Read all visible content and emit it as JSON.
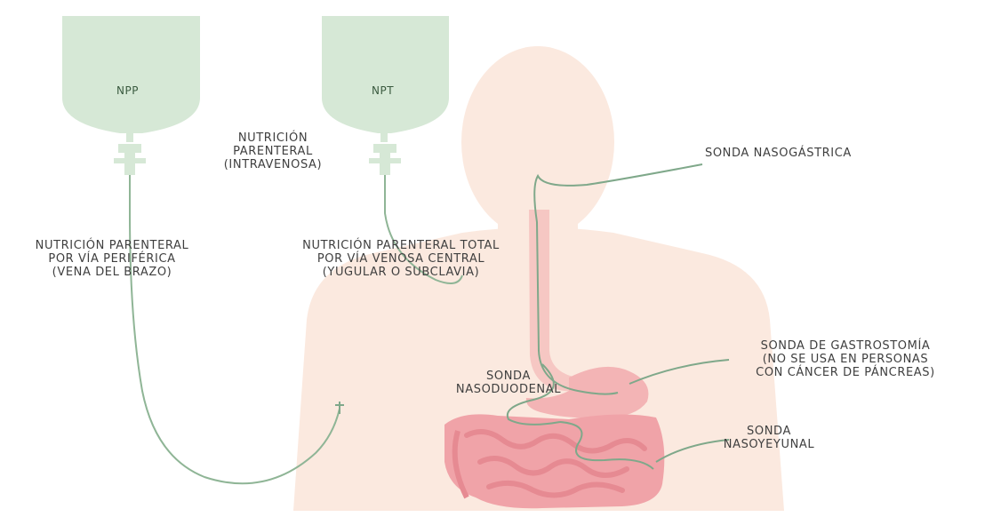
{
  "bags": {
    "left": "NPP",
    "right": "NPT"
  },
  "labels": {
    "parenteral_iv": [
      "NUTRICIÓN",
      "PARENTERAL",
      "(INTRAVENOSA)"
    ],
    "peripheral": [
      "NUTRICIÓN PARENTERAL",
      "POR VÍA PERIFÉRICA",
      "(VENA DEL BRAZO)"
    ],
    "central": [
      "NUTRICIÓN PARENTERAL TOTAL",
      "POR VÍA VENOSA CENTRAL",
      "(YUGULAR O SUBCLAVIA)"
    ],
    "nasogastric": [
      "SONDA NASOGÁSTRICA"
    ],
    "gastrostomy": [
      "SONDA DE GASTROSTOMÍA",
      "(NO SE USA EN PERSONAS",
      "CON CÁNCER DE PÁNCREAS)"
    ],
    "nasoduodenal": [
      "SONDA",
      "NASODUODENAL"
    ],
    "nasojejunal": [
      "SONDA",
      "NASOYEYUNAL"
    ]
  },
  "colors": {
    "bag": "#d6e8d6",
    "tube": "#8fb596",
    "body": "#fbe9df",
    "esophagus": "#f6c7c3",
    "intestine": "#f0a3a8",
    "text": "#3f3f3f"
  }
}
